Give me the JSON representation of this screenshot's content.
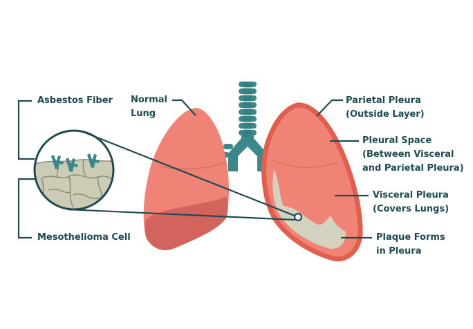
{
  "colors": {
    "lung": "#ef8376",
    "lung_shade": "#d2645d",
    "pleura_outline": "#e05f4e",
    "plaque": "#d3d2bf",
    "trachea": "#3b878a",
    "trachea_dark": "#2c6f72",
    "leader": "#1f4a4f",
    "text": "#1f4a4f",
    "cell_fill": "#ccccb6",
    "cell_line": "#8a8a78",
    "fiber": "#3b878a"
  },
  "icons": [
    "magnifier-circle",
    "asbestos-fiber",
    "trachea",
    "lung"
  ],
  "labels": {
    "asbestos_fiber": "Asbestos Fiber",
    "normal_lung": {
      "line1": "Normal",
      "line2": "Lung"
    },
    "parietal_pleura": {
      "line1": "Parietal Pleura",
      "line2": "(Outside Layer)"
    },
    "pleural_space": {
      "line1": "Pleural Space",
      "line2": "(Between Visceral",
      "line3": "and Parietal Pleura)"
    },
    "visceral_pleura": {
      "line1": "Visceral Pleura",
      "line2": "(Covers Lungs)"
    },
    "plaque": {
      "line1": "Plaque Forms",
      "line2": "in Pleura"
    },
    "mesothelioma_cell": "Mesothelioma Cell"
  }
}
